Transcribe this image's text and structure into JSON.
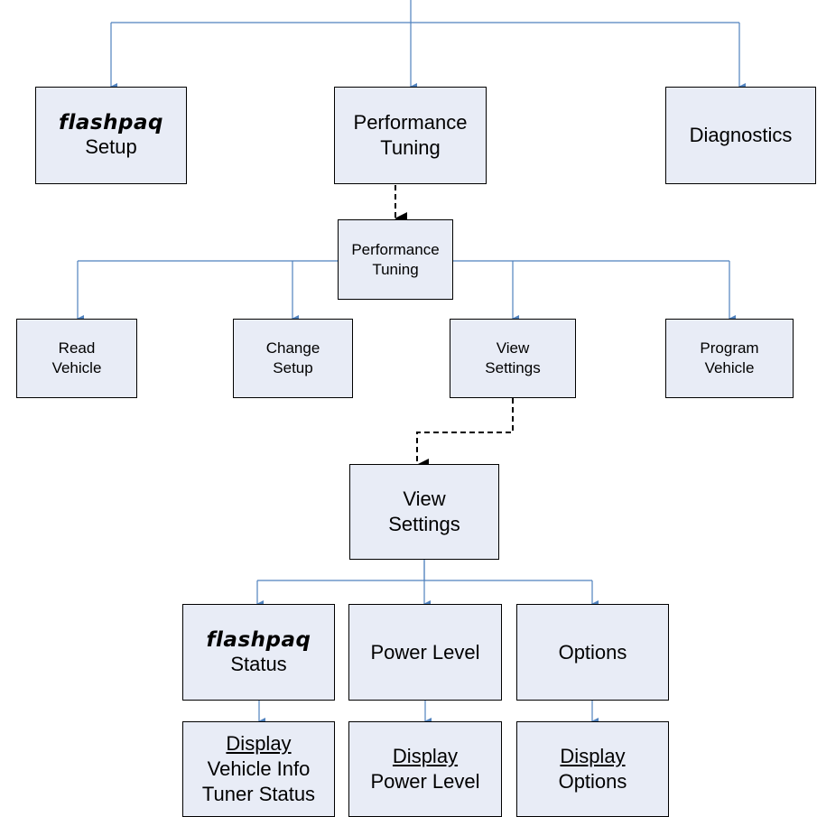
{
  "top_row": {
    "setup": {
      "brand": "flashpaq",
      "label": "Setup"
    },
    "performance_tuning": {
      "line1": "Performance",
      "line2": "Tuning"
    },
    "diagnostics": {
      "label": "Diagnostics"
    }
  },
  "tuning_menu": {
    "header": {
      "line1": "Performance",
      "line2": "Tuning"
    },
    "read_vehicle": {
      "line1": "Read",
      "line2": "Vehicle"
    },
    "change_setup": {
      "line1": "Change",
      "line2": "Setup"
    },
    "view_settings": {
      "line1": "View",
      "line2": "Settings"
    },
    "program_vehicle": {
      "line1": "Program",
      "line2": "Vehicle"
    }
  },
  "view_settings_menu": {
    "header": {
      "line1": "View",
      "line2": "Settings"
    },
    "status": {
      "brand": "flashpaq",
      "label": "Status"
    },
    "power_level": {
      "label": "Power Level"
    },
    "options": {
      "label": "Options"
    }
  },
  "displays": {
    "status_display": {
      "heading": "Display",
      "line1": "Vehicle Info",
      "line2": "Tuner Status"
    },
    "power_display": {
      "heading": "Display",
      "line1": "Power Level"
    },
    "options_display": {
      "heading": "Display",
      "line1": "Options"
    }
  },
  "colors": {
    "box_fill": "#e8ecf6",
    "connector": "#4f81bd",
    "dashed_connector": "#000000"
  }
}
